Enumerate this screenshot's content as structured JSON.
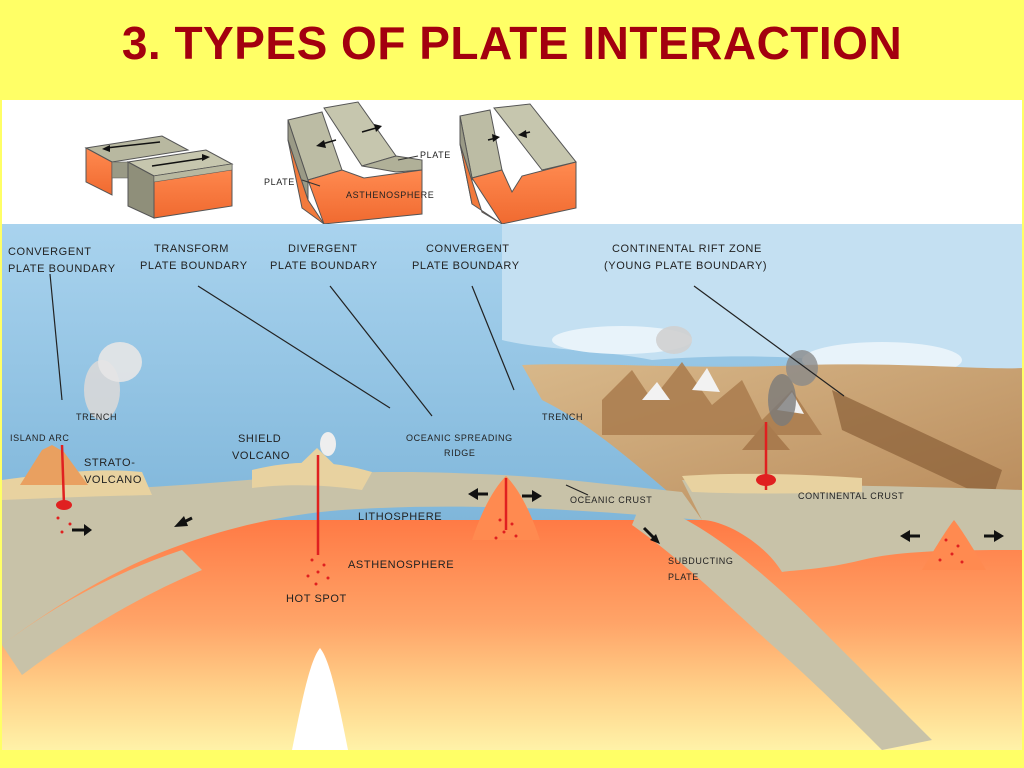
{
  "title": "3. TYPES OF PLATE INTERACTION",
  "colors": {
    "background": "#ffff66",
    "title": "#a3000f",
    "ocean": "#9ec9e6",
    "asthenosphere": "#ff9966",
    "lithosphere": "#c8c2a8",
    "magma": "#e02020"
  },
  "blocks": {
    "plate": "PLATE",
    "plate_left": "PLATE",
    "asthenosphere": "ASTHENOSPHERE"
  },
  "labels": {
    "convergent_left": [
      "CONVERGENT",
      "PLATE BOUNDARY"
    ],
    "transform": [
      "TRANSFORM",
      "PLATE BOUNDARY"
    ],
    "divergent": [
      "DIVERGENT",
      "PLATE BOUNDARY"
    ],
    "convergent_right": [
      "CONVERGENT",
      "PLATE BOUNDARY"
    ],
    "rift": [
      "CONTINENTAL RIFT ZONE",
      "(YOUNG PLATE BOUNDARY)"
    ],
    "trench_left": "TRENCH",
    "island_arc": "ISLAND ARC",
    "strato_volcano": [
      "STRATO-",
      "VOLCANO"
    ],
    "shield_volcano": [
      "SHIELD",
      "VOLCANO"
    ],
    "spreading_ridge": [
      "OCEANIC SPREADING",
      "RIDGE"
    ],
    "trench_right": "TRENCH",
    "oceanic_crust": "OCEANIC CRUST",
    "continental_crust": "CONTINENTAL CRUST",
    "lithosphere": "LITHOSPHERE",
    "asthenosphere": "ASTHENOSPHERE",
    "hot_spot": "HOT SPOT",
    "subducting_plate": [
      "SUBDUCTING",
      "PLATE"
    ]
  }
}
